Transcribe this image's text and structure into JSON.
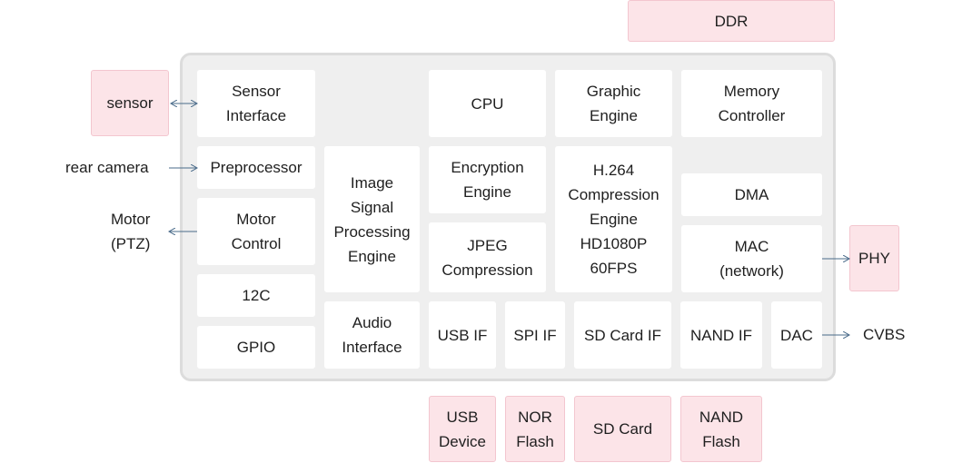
{
  "chip": {
    "sensor_interface": "Sensor\nInterface",
    "preprocessor": "Preprocessor",
    "motor_control": "Motor\nControl",
    "i2c": "12C",
    "gpio": "GPIO",
    "isp": "Image\nSignal\nProcessing\nEngine",
    "audio_interface": "Audio\nInterface",
    "cpu": "CPU",
    "graphic_engine": "Graphic\nEngine",
    "memory_controller": "Memory\nController",
    "encryption_engine": "Encryption\nEngine",
    "jpeg_compression": "JPEG\nCompression",
    "h264_engine": "H.264\nCompression\nEngine\nHD1080P\n60FPS",
    "dma": "DMA",
    "mac": "MAC\n(network)",
    "usb_if": "USB IF",
    "spi_if": "SPI IF",
    "sd_card_if": "SD Card IF",
    "nand_if": "NAND IF",
    "dac": "DAC"
  },
  "external": {
    "ddr": "DDR",
    "sensor": "sensor",
    "phy": "PHY",
    "usb_device": "USB\nDevice",
    "nor_flash": "NOR\nFlash",
    "sd_card": "SD Card",
    "nand_flash": "NAND\nFlash"
  },
  "labels": {
    "rear_camera": "rear camera",
    "motor_ptz": "Motor\n(PTZ)",
    "cvbs": "CVBS"
  },
  "colors": {
    "chip_bg": "#efefef",
    "external_bg": "#fce4e8",
    "arrow": "#4a6b8a"
  }
}
